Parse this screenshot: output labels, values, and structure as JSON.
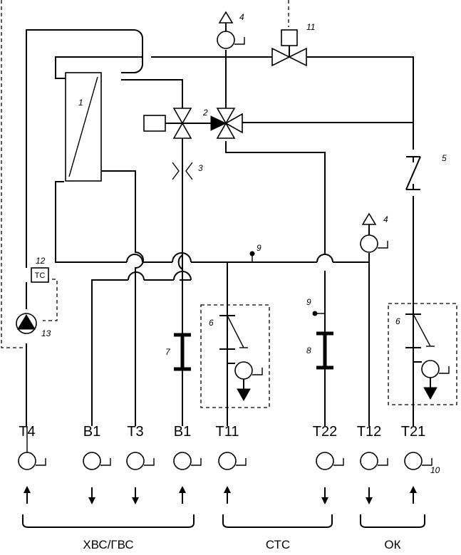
{
  "labels": {
    "ports": [
      "Т4",
      "В1",
      "Т3",
      "В1",
      "Т11",
      "Т22",
      "Т12",
      "Т21"
    ],
    "groups": [
      "ХВС/ГВС",
      "СТС",
      "ОК"
    ],
    "numbers": {
      "n1": "1",
      "n2": "2",
      "n3": "3",
      "n4a": "4",
      "n4b": "4",
      "n5": "5",
      "n6a": "6",
      "n6b": "6",
      "n7": "7",
      "n8": "8",
      "n9a": "9",
      "n9b": "9",
      "n10": "10",
      "n11": "11",
      "n12": "12",
      "n13": "13"
    },
    "tc": "ТС"
  },
  "flow_directions": [
    "up",
    "down",
    "down",
    "up",
    "up",
    "down",
    "down",
    "up"
  ]
}
